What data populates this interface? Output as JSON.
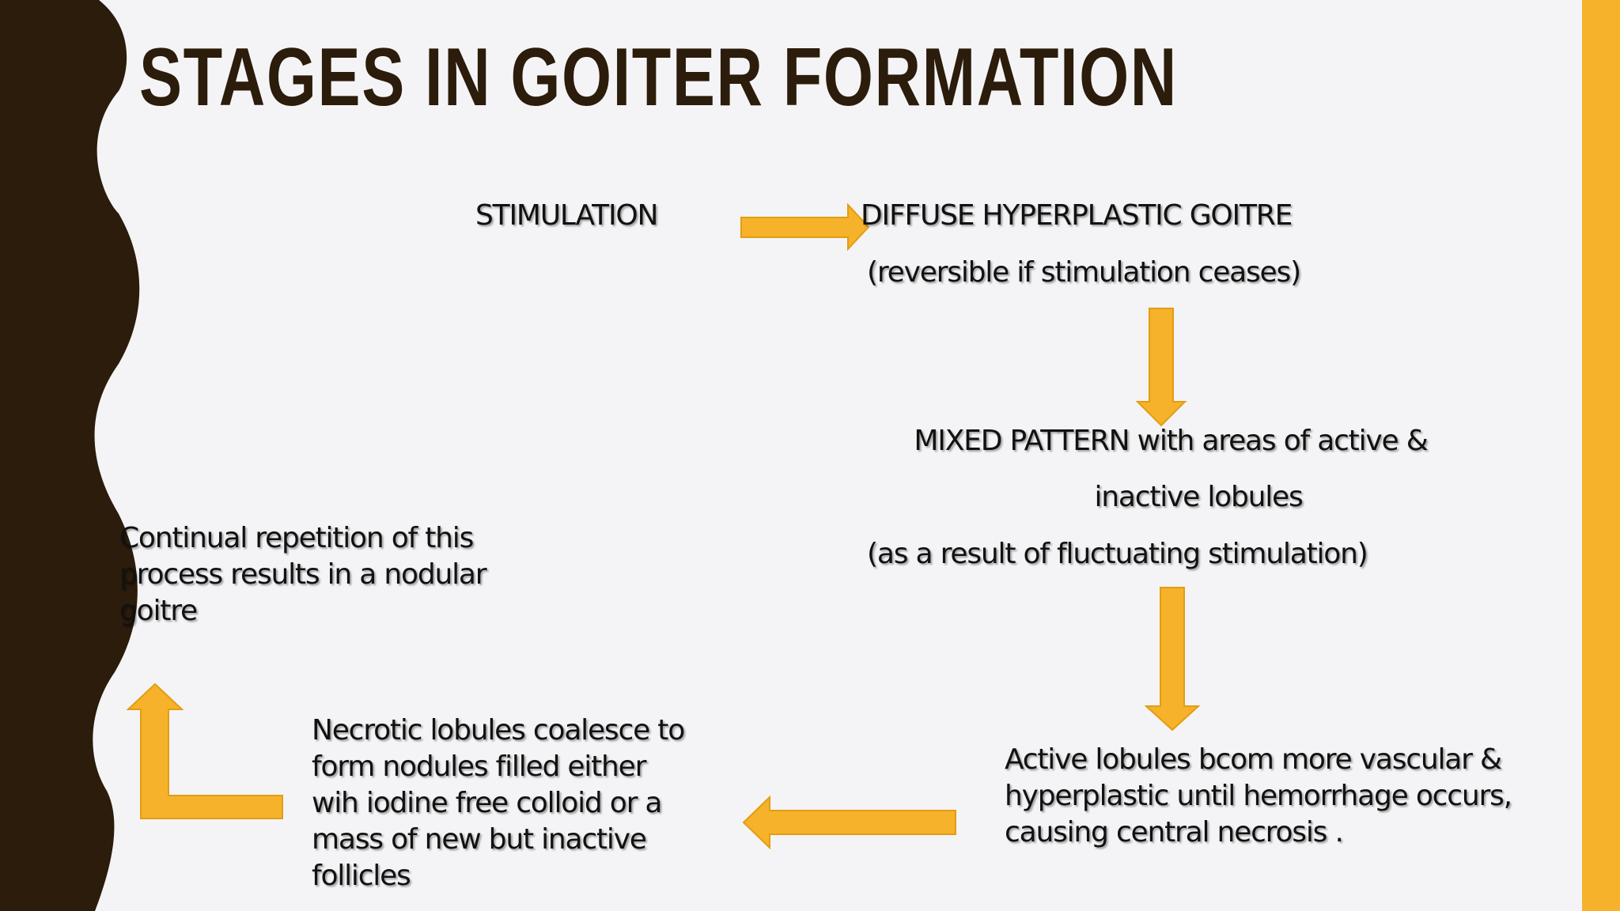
{
  "slide": {
    "title": "STAGES IN GOITER FORMATION",
    "colors": {
      "left_band": "#2b1c0b",
      "right_band": "#f6b22a",
      "arrow_fill": "#f6b22a",
      "arrow_stroke": "#e29d12",
      "title_color": "#2b1c0b",
      "background": "#f4f4f6"
    }
  },
  "diagram": {
    "stimulation": "STIMULATION",
    "diffuse_title": "DIFFUSE  HYPERPLASTIC GOITRE",
    "diffuse_note": "(reversible if stimulation ceases)",
    "mixed_line1": "MIXED PATTERN with areas of active &",
    "mixed_line2": "inactive lobules",
    "mixed_note": "(as a result of fluctuating stimulation)",
    "active_lobules": "Active lobules bcom more vascular &\nhyperplastic until hemorrhage occurs,\ncausing central necrosis .",
    "necrotic_lobules": "Necrotic lobules coalesce to\nform nodules filled either\nwih iodine free colloid or a\nmass of new but inactive\nfollicles",
    "continual": "Continual repetition of this\nprocess results in a nodular\ngoitre"
  }
}
